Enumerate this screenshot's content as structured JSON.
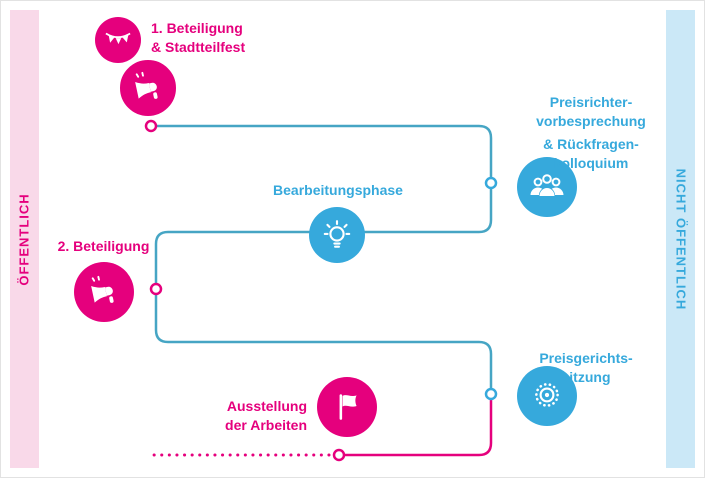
{
  "diagram": {
    "lanes": {
      "public": "ÖFFENTLICH",
      "not_public": "NICHT ÖFFENTLICH"
    },
    "steps": {
      "participation1": {
        "line1": "1. Beteiligung",
        "line2": "& Stadtteilfest"
      },
      "jury_pre_meeting": {
        "line1": "Preisrichter-",
        "line2": "vorbesprechung",
        "line3": "& Rückfragen-",
        "line4": "kolloquium"
      },
      "working_phase": {
        "label": "Bearbeitungsphase"
      },
      "participation2": {
        "label": "2. Beteiligung"
      },
      "jury_session": {
        "line1": "Preisgerichts-",
        "line2": "sitzung"
      },
      "exhibition": {
        "line1": "Ausstellung",
        "line2": "der Arbeiten"
      }
    },
    "icons": {
      "festival": "bunting-icon",
      "participation1": "megaphone-icon",
      "jury_pre_meeting": "people-icon",
      "working_phase": "lightbulb-icon",
      "participation2": "megaphone-icon",
      "jury_session": "award-rosette-icon",
      "exhibition": "flag-icon"
    },
    "colors": {
      "pink": "#e5007d",
      "blue": "#36a9dc",
      "line_teal": "#46a5c4",
      "lane_pink_bg": "#f9d9e9",
      "lane_blue_bg": "#cbe8f7"
    }
  }
}
